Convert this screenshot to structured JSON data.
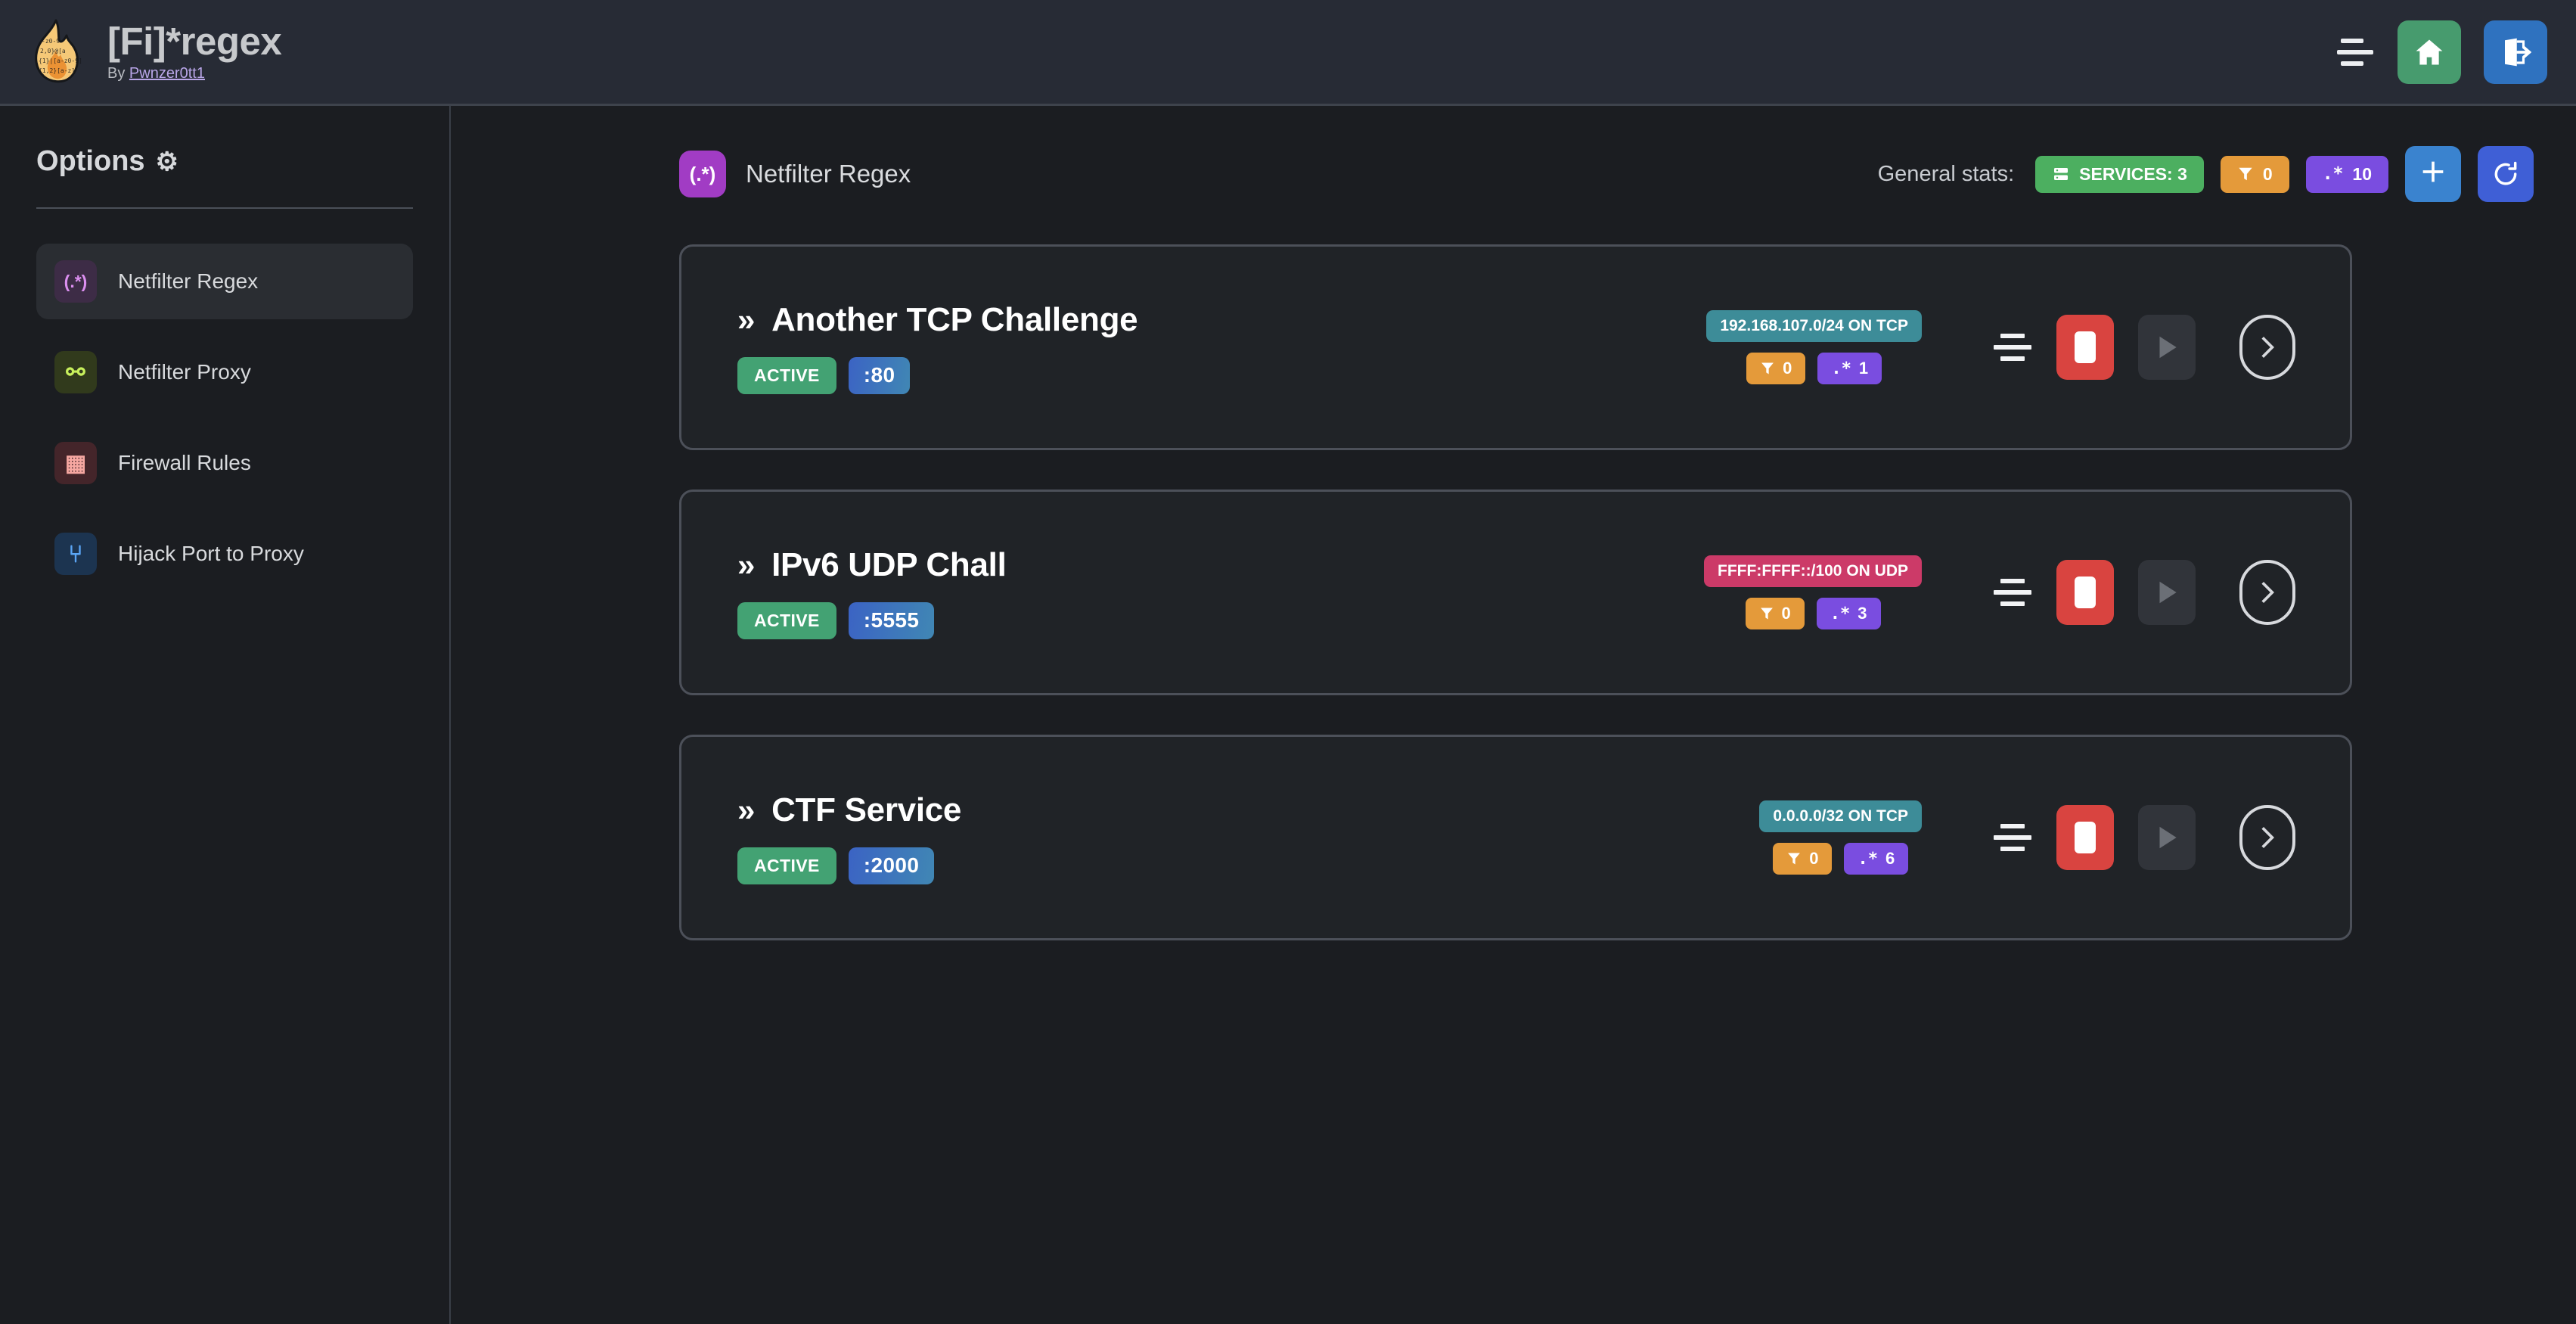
{
  "header": {
    "title": "[Fi]*regex",
    "by_prefix": "By ",
    "author": "Pwnzer0tt1",
    "menu_icon": "hamburger-icon",
    "home_icon": "home-icon",
    "logout_icon": "logout-icon"
  },
  "sidebar": {
    "title": "Options",
    "gear": "⚙",
    "items": [
      {
        "label": "Netfilter Regex",
        "icon": "(.*)",
        "icon_name": "regex-icon",
        "active": true
      },
      {
        "label": "Netfilter Proxy",
        "icon": "⚯",
        "icon_name": "proxy-icon",
        "active": false
      },
      {
        "label": "Firewall Rules",
        "icon": "▦",
        "icon_name": "brick-wall-icon",
        "active": false
      },
      {
        "label": "Hijack Port to Proxy",
        "icon": "⑂",
        "icon_name": "fork-arrow-icon",
        "active": false
      }
    ]
  },
  "main": {
    "page_icon": "(.*)",
    "page_title": "Netfilter Regex",
    "stats_label": "General stats:",
    "stats": [
      {
        "name": "services",
        "icon": "server-icon",
        "text": "SERVICES: 3"
      },
      {
        "name": "filters",
        "icon": "funnel-icon",
        "text": "0"
      },
      {
        "name": "regexes",
        "icon": "regex-icon",
        "text": "10"
      }
    ],
    "add_label": "+",
    "refresh_label": "⟳"
  },
  "services": [
    {
      "name": "Another TCP Challenge",
      "chevron": "»",
      "status": "ACTIVE",
      "port": ":80",
      "network": "192.168.107.0/24 ON TCP",
      "network_kind": "tcp",
      "filters": "0",
      "regexes": "1",
      "sliders_icon": "sliders-icon",
      "stop_icon": "stop-icon",
      "play_icon": "play-icon",
      "detail_icon": "chevron-right-icon"
    },
    {
      "name": "IPv6 UDP Chall",
      "chevron": "»",
      "status": "ACTIVE",
      "port": ":5555",
      "network": "FFFF:FFFF::/100 ON UDP",
      "network_kind": "udp",
      "filters": "0",
      "regexes": "3",
      "sliders_icon": "sliders-icon",
      "stop_icon": "stop-icon",
      "play_icon": "play-icon",
      "detail_icon": "chevron-right-icon"
    },
    {
      "name": "CTF Service",
      "chevron": "»",
      "status": "ACTIVE",
      "port": ":2000",
      "network": "0.0.0.0/32 ON TCP",
      "network_kind": "tcp",
      "filters": "0",
      "regexes": "6",
      "sliders_icon": "sliders-icon",
      "stop_icon": "stop-icon",
      "play_icon": "play-icon",
      "detail_icon": "chevron-right-icon"
    }
  ],
  "colors": {
    "topbar_bg": "#272b35",
    "page_bg": "#1b1d21",
    "card_bg": "#202327",
    "card_border": "#4c5059",
    "green": "#479b6e",
    "blue": "#2f72bf",
    "purple": "#a13cc4",
    "orange": "#e49a3a",
    "red": "#d94440",
    "teal": "#3d8c98",
    "pink": "#cc3a68"
  }
}
